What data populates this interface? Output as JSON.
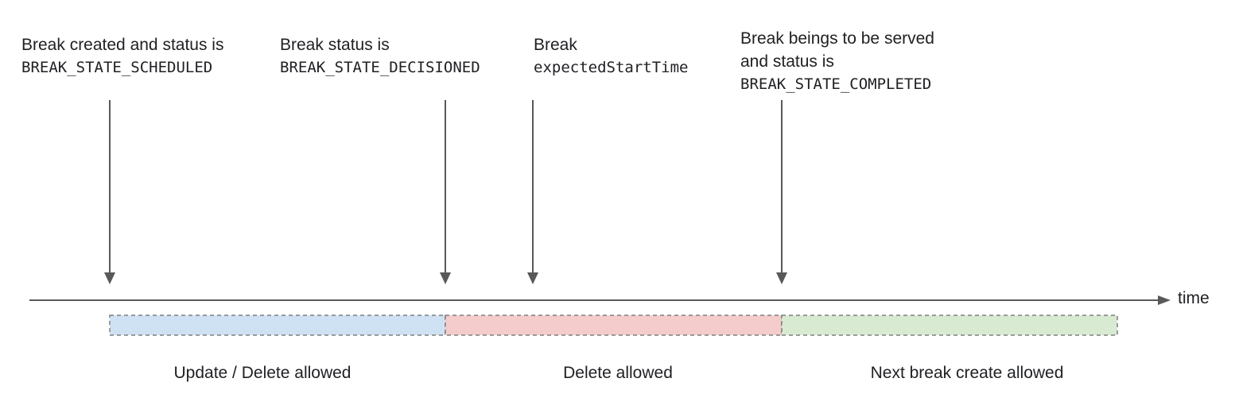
{
  "events": [
    {
      "text": "Break created and status is",
      "code": "BREAK_STATE_SCHEDULED"
    },
    {
      "text": "Break status is",
      "code": "BREAK_STATE_DECISIONED"
    },
    {
      "text": "Break",
      "code": "expectedStartTime"
    },
    {
      "text": "Break beings to be served",
      "text2": "and status is",
      "code": "BREAK_STATE_COMPLETED"
    }
  ],
  "axis": {
    "label": "time"
  },
  "phases": [
    {
      "label": "Update / Delete allowed",
      "color": "#cfe2f3"
    },
    {
      "label": "Delete allowed",
      "color": "#f4cccc"
    },
    {
      "label": "Next break create allowed",
      "color": "#d9ead3"
    }
  ],
  "colors": {
    "line": "#595959",
    "text": "#202124",
    "band_border": "#7f7f7f"
  }
}
